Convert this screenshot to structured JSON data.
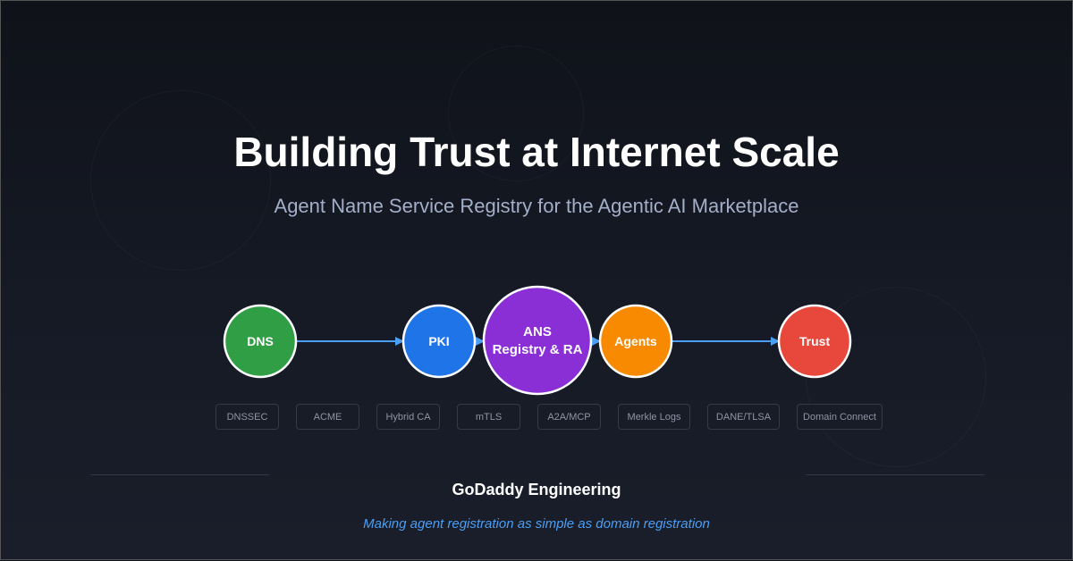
{
  "header": {
    "title": "Building Trust at Internet Scale",
    "subtitle": "Agent Name Service Registry for the Agentic AI Marketplace"
  },
  "nodes": [
    {
      "label": "DNS",
      "color": "#2f9e44"
    },
    {
      "label": "PKI",
      "color": "#1f74e8"
    },
    {
      "label": "ANS\nRegistry & RA",
      "line1": "ANS",
      "line2": "Registry & RA",
      "color": "#8a2fd6"
    },
    {
      "label": "Agents",
      "color": "#f78a00"
    },
    {
      "label": "Trust",
      "color": "#e8483c"
    }
  ],
  "arrow_color": "#4a9ff5",
  "tags": [
    "DNSSEC",
    "ACME",
    "Hybrid CA",
    "mTLS",
    "A2A/MCP",
    "Merkle Logs",
    "DANE/TLSA",
    "Domain Connect"
  ],
  "footer": {
    "org": "GoDaddy Engineering",
    "tagline": "Making agent registration as simple as domain registration"
  }
}
